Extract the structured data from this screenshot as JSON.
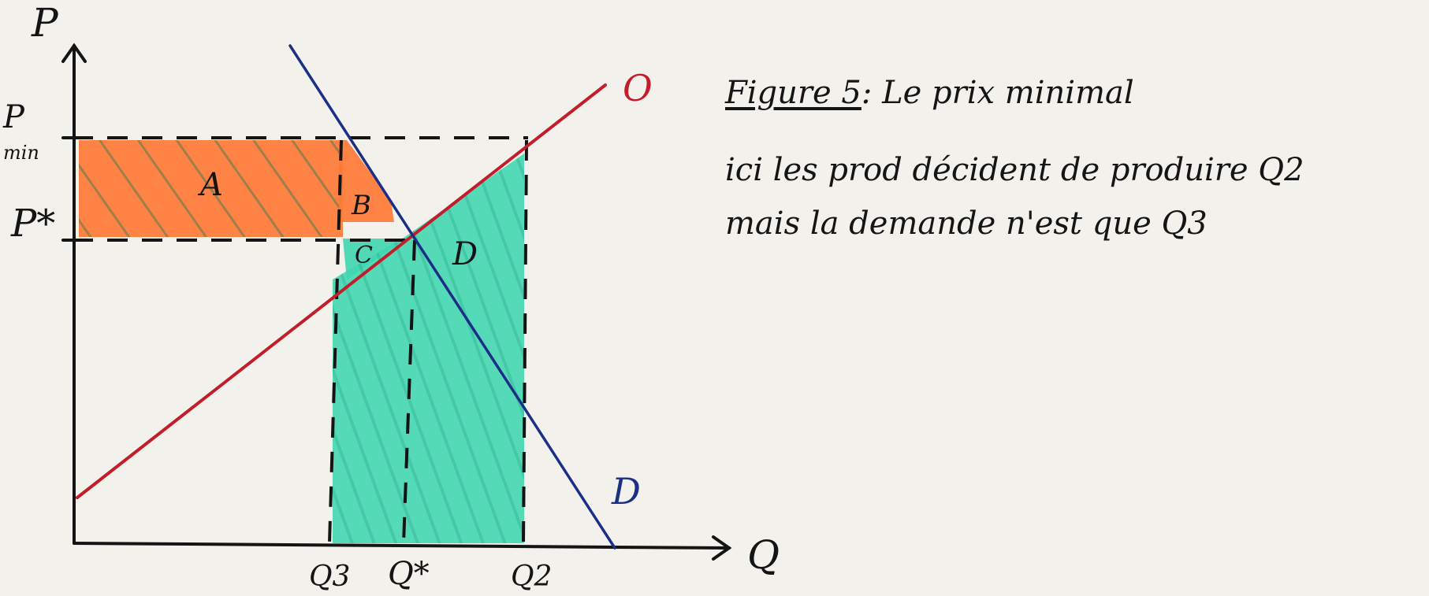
{
  "axes": {
    "y_label": "P",
    "x_label": "Q"
  },
  "price_labels": {
    "p_min": "P\nmin",
    "p_star": "P*"
  },
  "quantity_labels": {
    "q3": "Q3",
    "q_star": "Q*",
    "q2": "Q2"
  },
  "curves": {
    "supply": {
      "label": "O",
      "color": "#c21d2a"
    },
    "demand": {
      "label": "D",
      "color": "#1b2f86"
    }
  },
  "areas": {
    "A": {
      "label": "A",
      "color": "#ff7a35"
    },
    "B": {
      "label": "B",
      "color": "#ff7a35"
    },
    "C": {
      "label": "C",
      "color": "#3fd6b0"
    },
    "D": {
      "label": "D",
      "color": "#3fd6b0"
    }
  },
  "caption": {
    "figure_word": "Figure 5",
    "title_rest": ": Le prix minimal",
    "line2": "ici les prod décident de produire Q2",
    "line3": "mais la demande n'est que Q3"
  }
}
